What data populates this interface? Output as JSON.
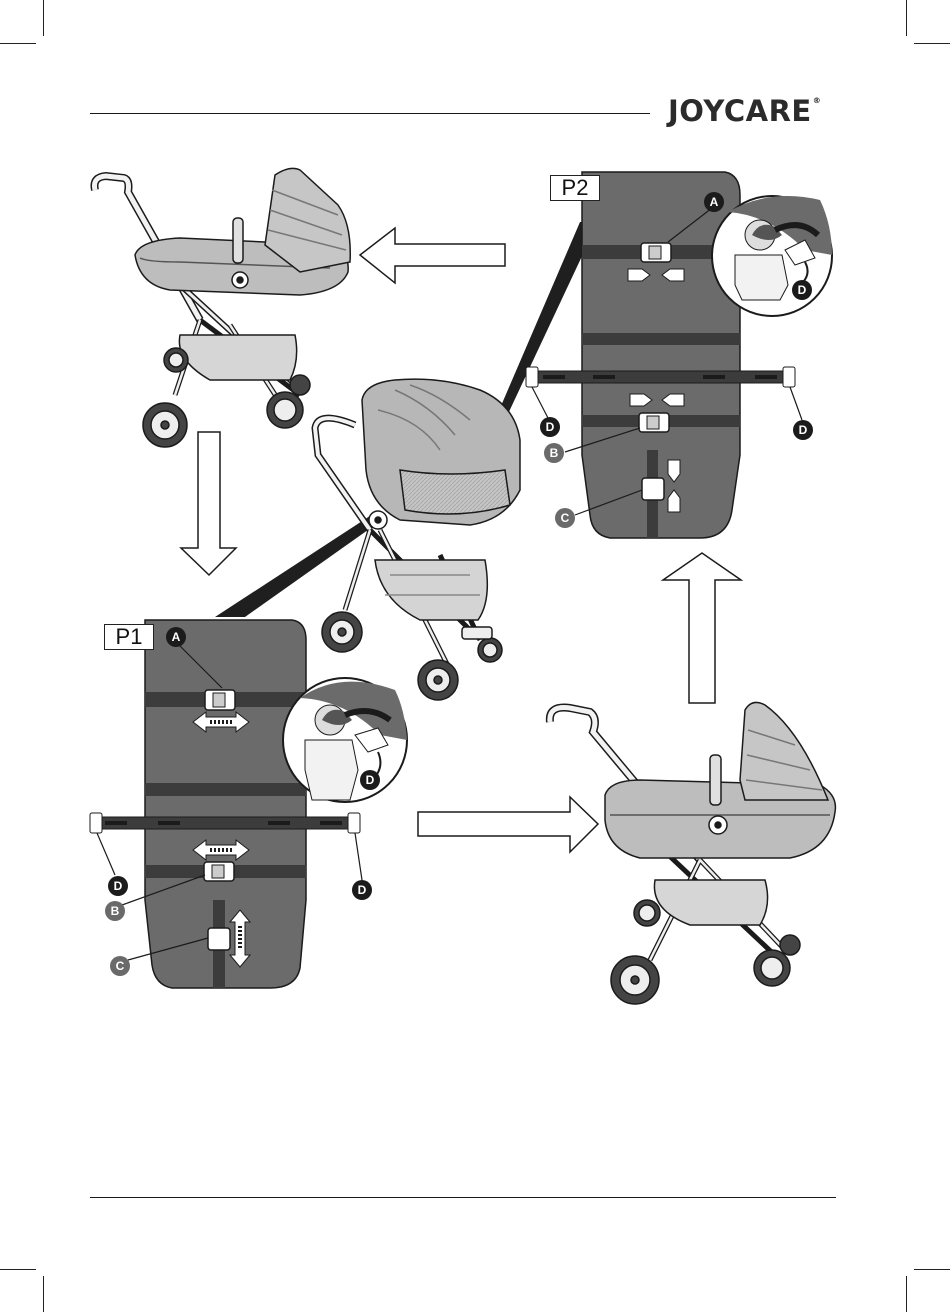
{
  "brand": {
    "name": "JOYCARE",
    "mark": "®"
  },
  "panels": {
    "p1": {
      "label": "P1"
    },
    "p2": {
      "label": "P2"
    }
  },
  "callouts": {
    "a": "A",
    "b": "B",
    "c": "C",
    "d": "D"
  },
  "colors": {
    "pad": "#6b6b6b",
    "strap": "#3c3c3c",
    "ink": "#1b1b1b",
    "fabric": "#b8b8b8"
  }
}
